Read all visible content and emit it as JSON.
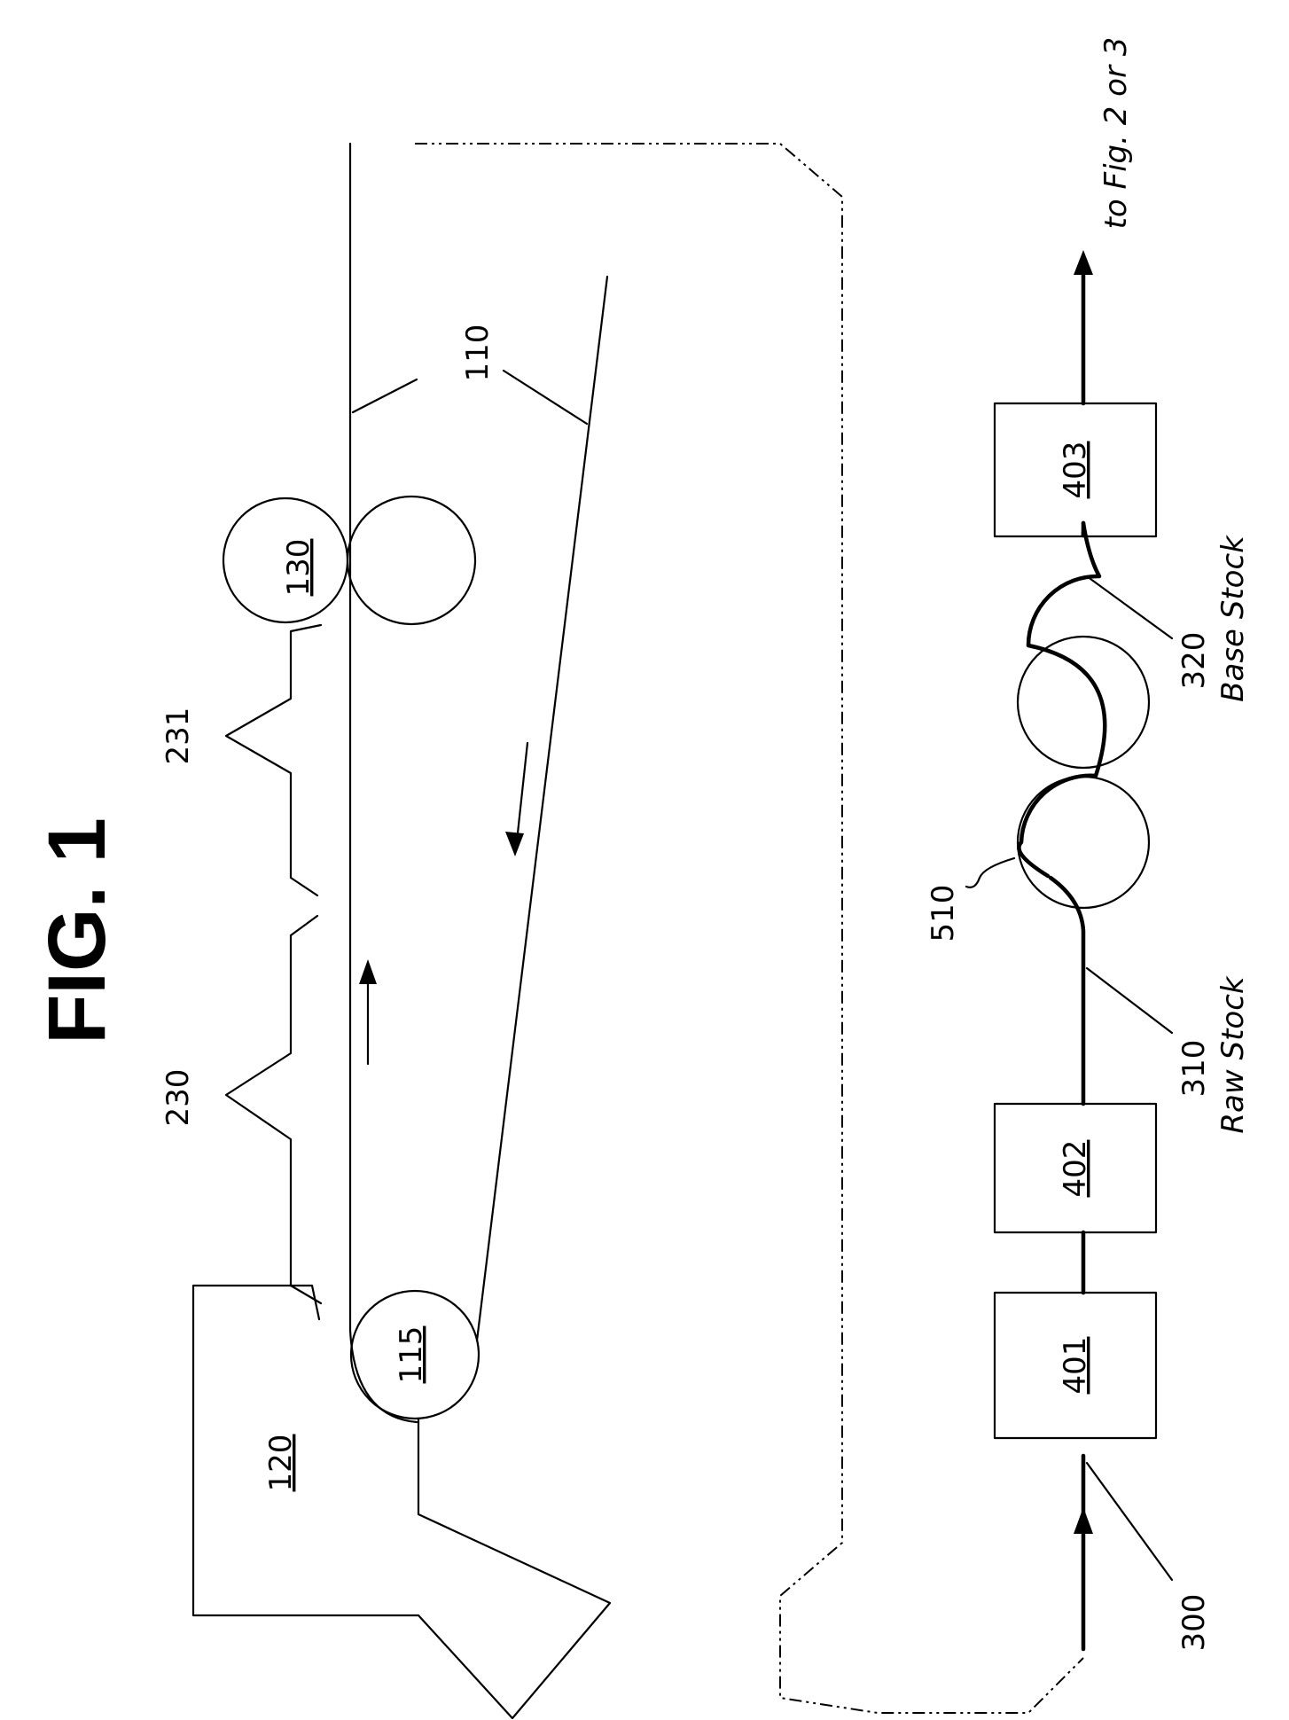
{
  "figure": {
    "title": "FIG. 1"
  },
  "labels": {
    "ref_120": "120",
    "ref_115": "115",
    "ref_130": "130",
    "ref_110": "110",
    "ref_230": "230",
    "ref_231": "231",
    "ref_300": "300",
    "ref_401": "401",
    "ref_402": "402",
    "ref_403": "403",
    "ref_510": "510",
    "ref_310": "310",
    "ref_320": "320",
    "raw_stock": "Raw Stock",
    "base_stock": "Base Stock",
    "to_fig": "to Fig. 2 or 3"
  }
}
